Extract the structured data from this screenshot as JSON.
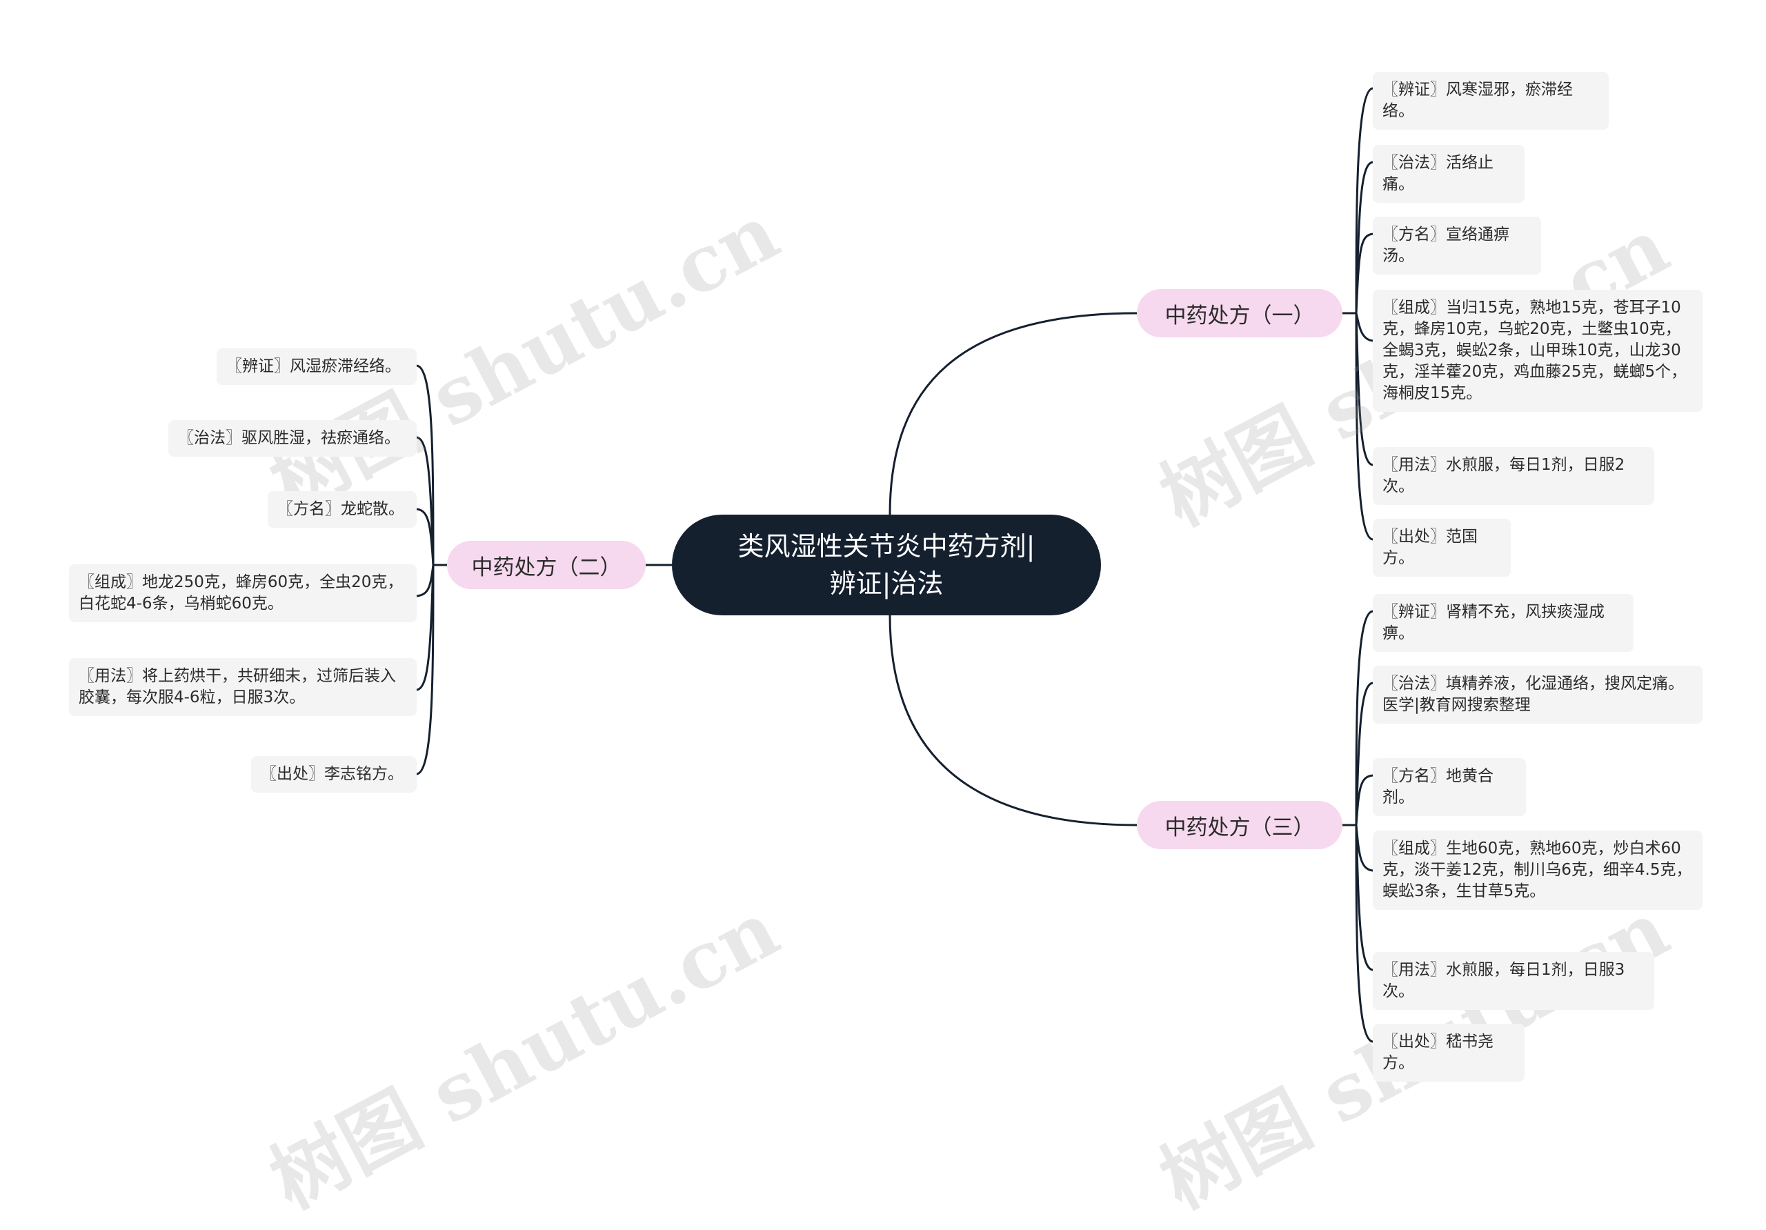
{
  "center": {
    "line1": "类风湿性关节炎中药方剂|",
    "line2": "辨证|治法"
  },
  "branches": [
    {
      "label": "中药处方（一）",
      "items": [
        "〖辨证〗风寒湿邪，瘀滞经络。",
        "〖治法〗活络止痛。",
        "〖方名〗宣络通痹汤。",
        "〖组成〗当归15克，熟地15克，苍耳子10克，蜂房10克，乌蛇20克，土鳖虫10克，全蝎3克，蜈蚣2条，山甲珠10克，山龙30克，淫羊藿20克，鸡血藤25克，蜣螂5个，海桐皮15克。",
        "〖用法〗水煎服，每日1剂，日服2次。",
        "〖出处〗范国方。"
      ]
    },
    {
      "label": "中药处方（二）",
      "items": [
        "〖辨证〗风湿瘀滞经络。",
        "〖治法〗驱风胜湿，祛瘀通络。",
        "〖方名〗龙蛇散。",
        "〖组成〗地龙250克，蜂房60克，全虫20克，白花蛇4-6条，乌梢蛇60克。",
        "〖用法〗将上药烘干，共研细末，过筛后装入胶囊，每次服4-6粒，日服3次。",
        "〖出处〗李志铭方。"
      ]
    },
    {
      "label": "中药处方（三）",
      "items": [
        "〖辨证〗肾精不充，风挟痰湿成痹。",
        "〖治法〗填精养液，化湿通络，搜风定痛。医学|教育网搜索整理",
        "〖方名〗地黄合剂。",
        "〖组成〗生地60克，熟地60克，炒白术60克，淡干姜12克，制川乌6克，细辛4.5克，蜈蚣3条，生甘草5克。",
        "〖用法〗水煎服，每日1剂，日服3次。",
        "〖出处〗嵇书尧方。"
      ]
    }
  ],
  "watermark": "树图 shutu.cn",
  "colors": {
    "center_bg": "#15202f",
    "branch_bg": "#f6d9ee",
    "leaf_bg": "#f4f4f4",
    "line": "#15202f"
  }
}
